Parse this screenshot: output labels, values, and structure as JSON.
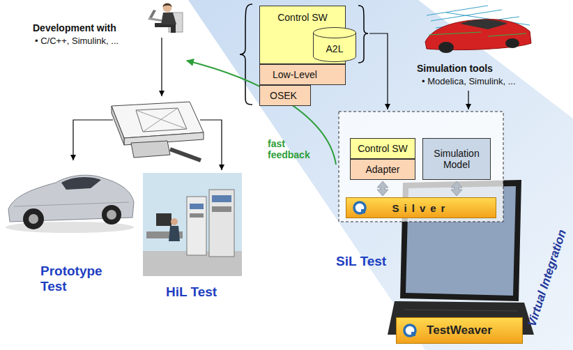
{
  "diagram": {
    "nodes": [
      {
        "text": [
          "Control SW"
        ]
      },
      {
        "text": [
          "A2L"
        ],
        "in": 0
      },
      {
        "text": [
          "Low-Level"
        ]
      },
      {
        "text": [
          "OSEK"
        ]
      },
      {
        "text": [
          "Control SW"
        ]
      },
      {
        "text": [
          "Adapter"
        ]
      },
      {
        "text": [
          "Simulation Model"
        ]
      },
      {
        "text": [
          "Silver"
        ]
      },
      {
        "text": [
          "TestWeaver"
        ]
      }
    ],
    "edges": [
      {
        "from": 5,
        "to": 7,
        "arrow": "both"
      },
      {
        "from": 6,
        "to": 7,
        "arrow": "both"
      }
    ],
    "labels": [
      "Development with",
      "• C/C++, Simulink, ...",
      "Simulation tools",
      "• Modelica, Simulink, ...",
      "fast feedback",
      "SiL Test",
      "Prototype Test",
      "HiL Test",
      "Virtual Integration"
    ]
  }
}
